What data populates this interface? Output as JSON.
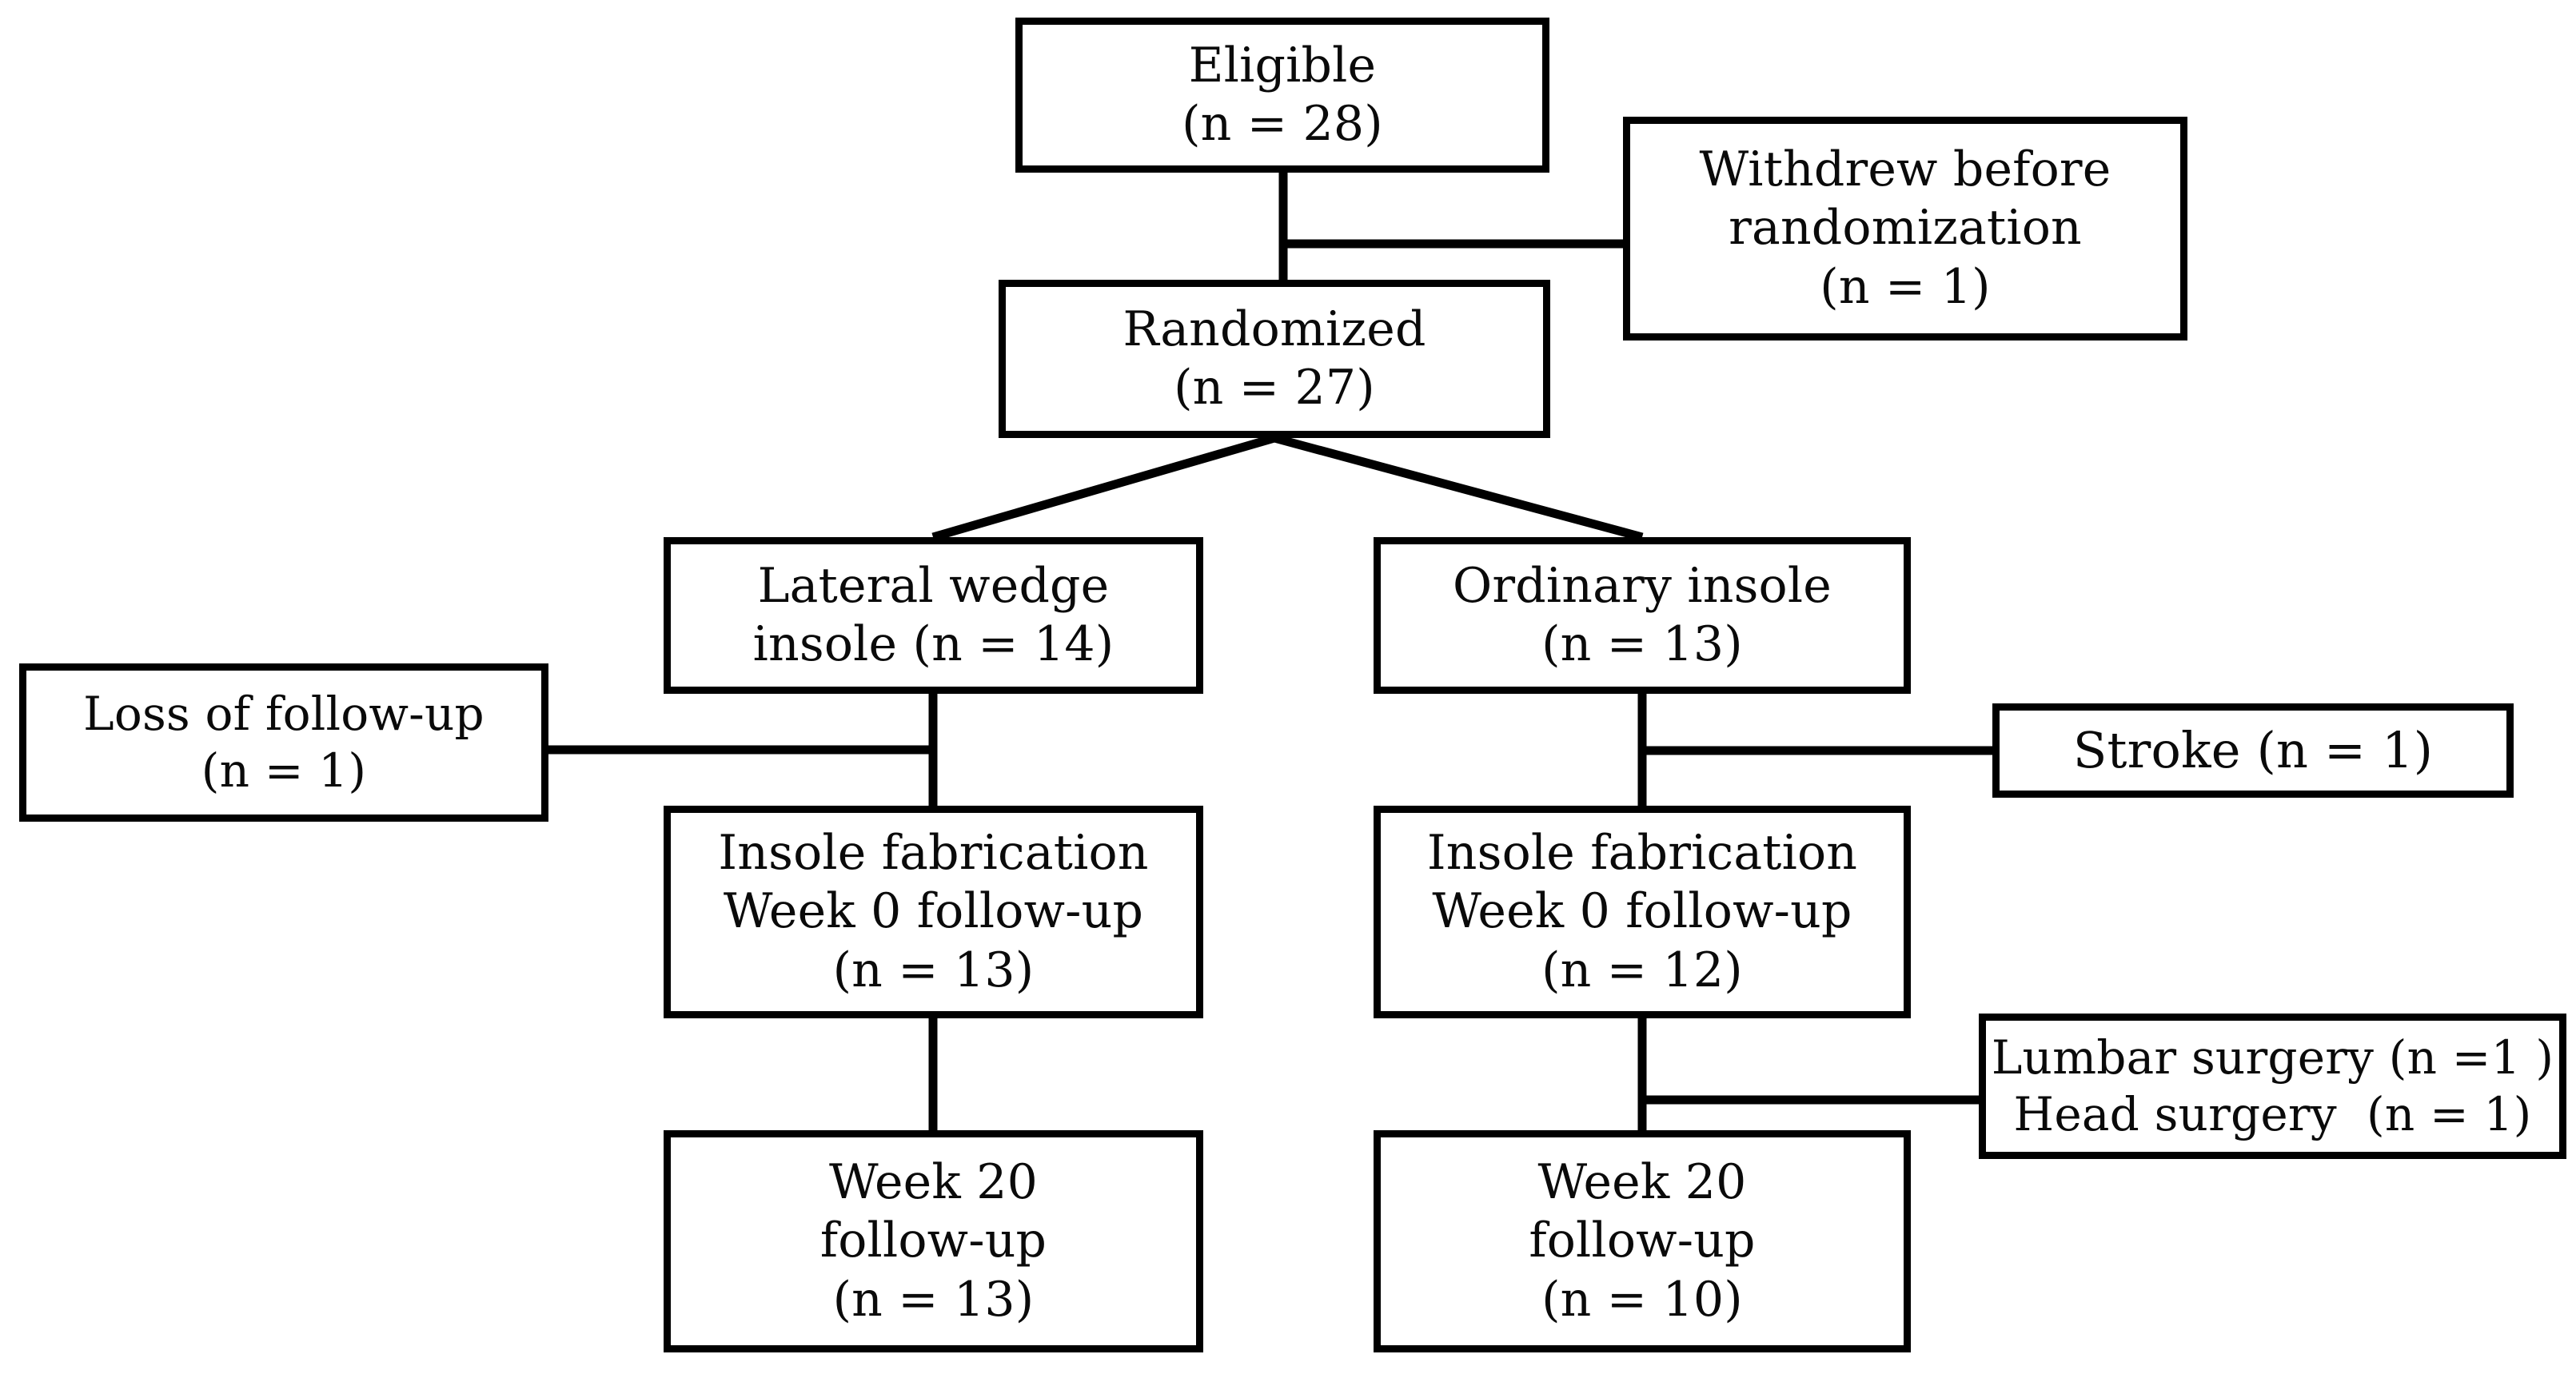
{
  "diagram": {
    "type": "consort-flow-diagram",
    "title": "",
    "background_color": "#ffffff",
    "line_color": "#000000",
    "text_color": "#0a0a0a",
    "nodes": {
      "eligible": {
        "lines": [
          "Eligible",
          "(n = 28)"
        ]
      },
      "withdrew": {
        "lines": [
          "Withdrew before",
          "randomization",
          "(n = 1)"
        ]
      },
      "randomized": {
        "lines": [
          "Randomized",
          "(n = 27)"
        ]
      },
      "lateral_wedge": {
        "lines": [
          "Lateral wedge",
          "insole (n = 14)"
        ]
      },
      "ordinary_insole": {
        "lines": [
          "Ordinary insole",
          "(n = 13)"
        ]
      },
      "loss_followup": {
        "lines": [
          "Loss of follow-up",
          "(n = 1)"
        ]
      },
      "stroke": {
        "lines": [
          "Stroke (n = 1)"
        ]
      },
      "fabrication_left": {
        "lines": [
          "Insole fabrication",
          "Week 0 follow-up",
          "(n = 13)"
        ]
      },
      "fabrication_right": {
        "lines": [
          "Insole fabrication",
          "Week 0 follow-up",
          "(n = 12)"
        ]
      },
      "surgery": {
        "lines": [
          "Lumbar surgery (n =1 )",
          "Head surgery  (n = 1)"
        ]
      },
      "week20_left": {
        "lines": [
          "Week 20",
          "follow-up",
          "(n = 13)"
        ]
      },
      "week20_right": {
        "lines": [
          "Week 20",
          "follow-up",
          "(n = 10)"
        ]
      }
    },
    "counts": {
      "eligible": 28,
      "withdrew_before_randomization": 1,
      "randomized": 27,
      "lateral_wedge_insole": 14,
      "ordinary_insole": 13,
      "loss_of_follow_up": 1,
      "stroke": 1,
      "lateral_week0_followup": 13,
      "ordinary_week0_followup": 12,
      "lumbar_surgery": 1,
      "head_surgery": 1,
      "lateral_week20_followup": 13,
      "ordinary_week20_followup": 10
    },
    "edges": [
      {
        "from": "eligible",
        "to": "withdrew",
        "style": "elbow-right"
      },
      {
        "from": "eligible",
        "to": "randomized",
        "style": "vertical"
      },
      {
        "from": "randomized",
        "to": "lateral_wedge",
        "style": "diagonal-left"
      },
      {
        "from": "randomized",
        "to": "ordinary_insole",
        "style": "diagonal-right"
      },
      {
        "from": "lateral_wedge",
        "to": "loss_followup",
        "style": "elbow-left"
      },
      {
        "from": "lateral_wedge",
        "to": "fabrication_left",
        "style": "vertical"
      },
      {
        "from": "ordinary_insole",
        "to": "stroke",
        "style": "elbow-right"
      },
      {
        "from": "ordinary_insole",
        "to": "fabrication_right",
        "style": "vertical"
      },
      {
        "from": "fabrication_left",
        "to": "week20_left",
        "style": "vertical"
      },
      {
        "from": "fabrication_right",
        "to": "surgery",
        "style": "elbow-right"
      },
      {
        "from": "fabrication_right",
        "to": "week20_right",
        "style": "vertical"
      }
    ]
  }
}
